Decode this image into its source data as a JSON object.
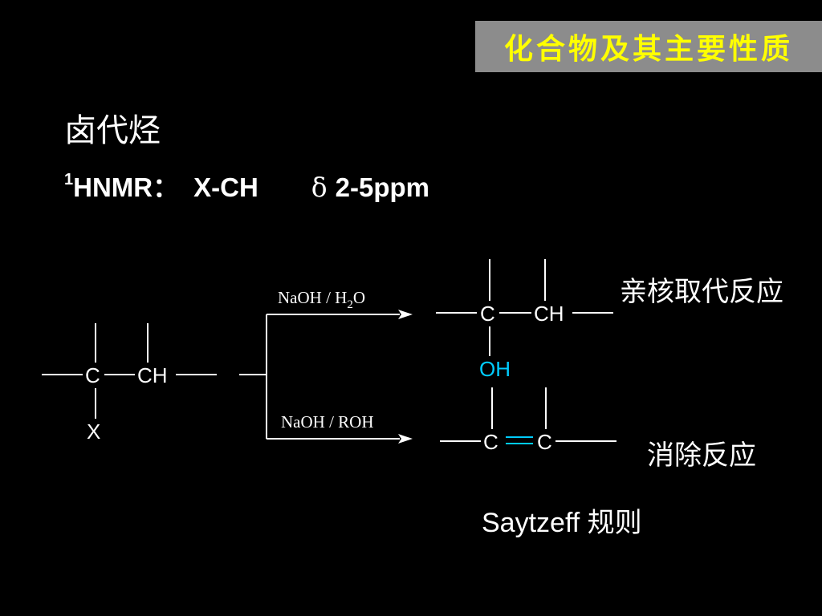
{
  "title": "化合物及其主要性质",
  "heading": "卤代烃",
  "nmr": {
    "sup": "1",
    "label": "HNMR：",
    "group": "X-CH",
    "delta_symbol": "δ",
    "range": "2-5ppm"
  },
  "reactant": {
    "c": "C",
    "ch": "CH",
    "x": "X"
  },
  "reagent_top": {
    "a": "NaOH / H",
    "sub": "2",
    "b": "O"
  },
  "reagent_bottom": "NaOH / ROH",
  "product_sub": {
    "c": "C",
    "ch": "CH",
    "oh": "OH"
  },
  "product_elim": {
    "c1": "C",
    "c2": "C"
  },
  "labels": {
    "substitution": "亲核取代反应",
    "elimination": "消除反应",
    "rule": "Saytzeff 规则"
  },
  "colors": {
    "background": "#000000",
    "title_bg": "#8c8c8c",
    "title_text": "#ffff00",
    "hydroxyl": "#00ccff",
    "double_bond": "#00ccff",
    "text": "#ffffff"
  }
}
